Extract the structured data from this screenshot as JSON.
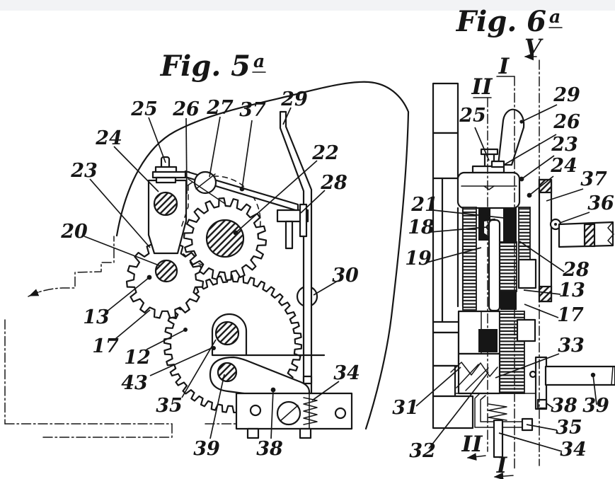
{
  "page": {
    "background": "#ffffff",
    "ink": "#161616",
    "top_band": "#f2f3f5"
  },
  "fig5": {
    "title_main": "Fig. 5",
    "title_sup": "a",
    "labels": {
      "n25": "25",
      "n26": "26",
      "n27": "27",
      "n37": "37",
      "n29": "29",
      "n24": "24",
      "n23": "23",
      "n20": "20",
      "n22": "22",
      "n28": "28",
      "n30": "30",
      "n13": "13",
      "n17": "17",
      "n12": "12",
      "n43": "43",
      "n35": "35",
      "n39": "39",
      "n38": "38",
      "n34": "34"
    }
  },
  "fig6": {
    "title_main": "Fig. 6",
    "title_sup": "a",
    "sections": {
      "v": "V",
      "i": "I",
      "ii": "II"
    },
    "labels": {
      "n29": "29",
      "n25": "25",
      "n26": "26",
      "n23": "23",
      "n24": "24",
      "n37": "37",
      "n36": "36",
      "n21": "21",
      "n18": "18",
      "n19": "19",
      "n28": "28",
      "n13": "13",
      "n17": "17",
      "n33": "33",
      "n31": "31",
      "n32": "32",
      "n38": "38",
      "n39": "39",
      "n35": "35",
      "n34": "34"
    }
  }
}
